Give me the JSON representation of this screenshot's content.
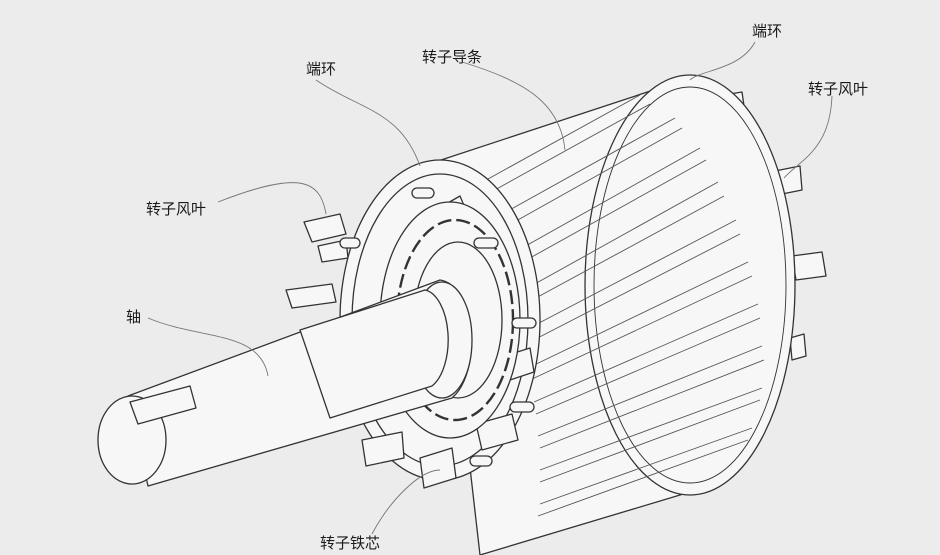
{
  "labels": {
    "end_ring_left": "端环",
    "rotor_bar": "转子导条",
    "end_ring_right": "端环",
    "rotor_fan_right": "转子风叶",
    "rotor_fan_left": "转子风叶",
    "shaft": "轴",
    "rotor_core": "转子铁芯"
  },
  "colors": {
    "background": "#ececec",
    "line": "#333333",
    "fill": "#f7f7f7",
    "leader": "#777777"
  }
}
